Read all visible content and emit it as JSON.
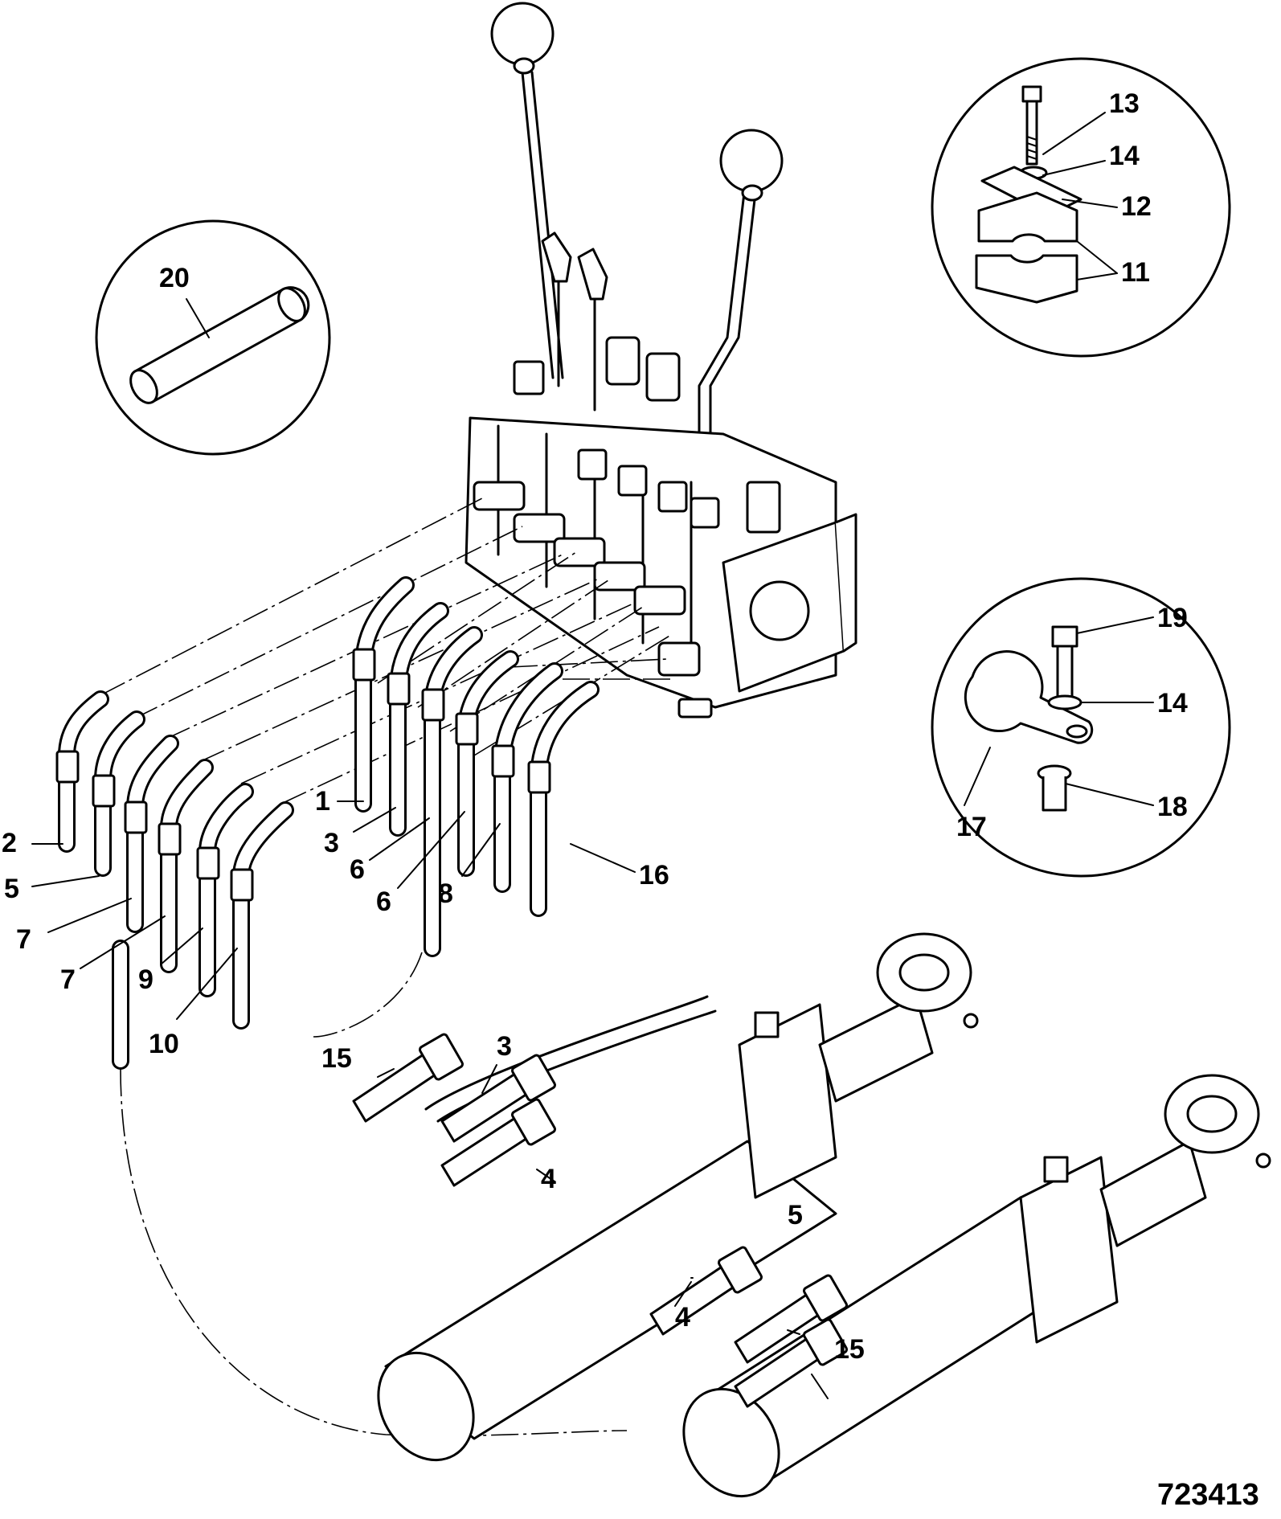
{
  "drawing_number": "723413",
  "callouts": {
    "c1": "1",
    "c2": "2",
    "c3a": "3",
    "c3b": "3",
    "c4a": "4",
    "c4b": "4",
    "c5a": "5",
    "c5b": "5",
    "c6a": "6",
    "c6b": "6",
    "c7a": "7",
    "c7b": "7",
    "c8": "8",
    "c9": "9",
    "c10": "10",
    "c11": "11",
    "c12": "12",
    "c13": "13",
    "c14a": "14",
    "c14b": "14",
    "c15a": "15",
    "c15b": "15",
    "c16": "16",
    "c17": "17",
    "c18": "18",
    "c19": "19",
    "c20": "20"
  }
}
